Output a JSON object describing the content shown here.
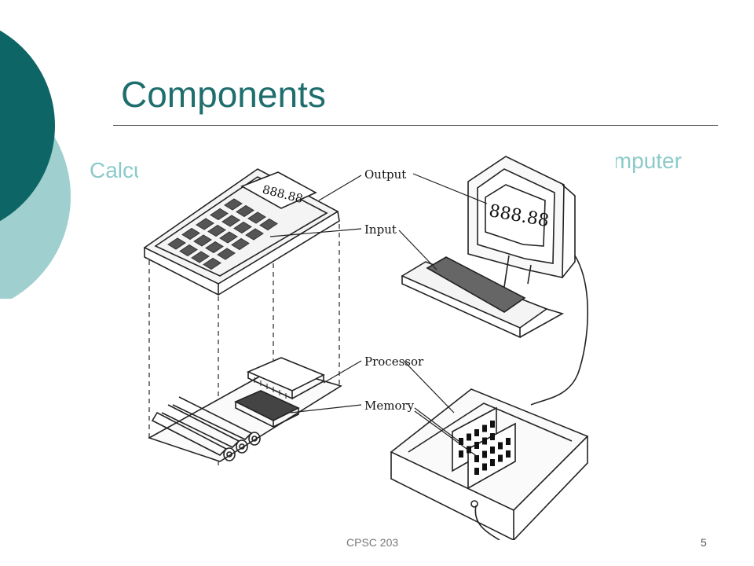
{
  "slide": {
    "title": "Components",
    "footer": "CPSC 203",
    "page_number": "5"
  },
  "labels": {
    "calculator": "Calculator",
    "computer": "Computer"
  },
  "diagram": {
    "callouts": {
      "output": "Output",
      "input": "Input",
      "processor": "Processor",
      "memory": "Memory"
    },
    "calculator_display": "888.88",
    "monitor_display": "888.88"
  },
  "colors": {
    "accent_dark": "#0e6565",
    "accent_light": "#9fcfcf",
    "title": "#1f6e6e",
    "label": "#8ccaca"
  }
}
